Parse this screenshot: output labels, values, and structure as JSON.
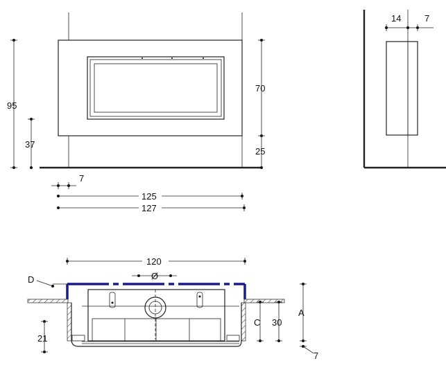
{
  "labels": {
    "front_height_total": "95",
    "front_height_bottom": "37",
    "front_height_body": "70",
    "front_height_base": "25",
    "front_offset": "7",
    "front_width_inner": "125",
    "front_width_outer": "127",
    "side_depth": "14",
    "side_offset": "7",
    "plan_width": "120",
    "plan_diameter": "Ø",
    "plan_d": "D",
    "plan_c": "C",
    "plan_30": "30",
    "plan_a": "A",
    "plan_21": "21",
    "plan_7": "7"
  },
  "colors": {
    "line": "#222222",
    "duct": "#1a1a8c",
    "hatch": "#333333"
  }
}
